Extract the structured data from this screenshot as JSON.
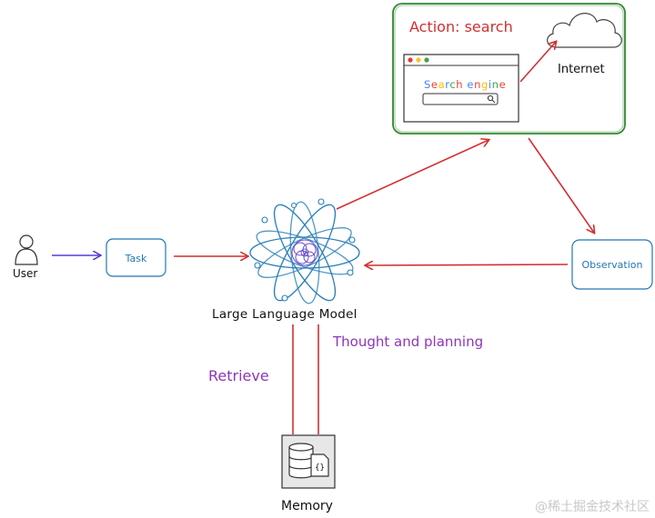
{
  "nodes": {
    "user": "User",
    "task": "Task",
    "llm": "Large Language Model",
    "observation": "Observation",
    "memory": "Memory",
    "internet": "Internet"
  },
  "action": {
    "title": "Action: search",
    "search_letters": [
      "S",
      "e",
      "a",
      "r",
      "c",
      "h",
      " ",
      "e",
      "n",
      "g",
      "i",
      "n",
      "e"
    ],
    "search_colors": [
      "#4285f4",
      "#ea4335",
      "#fbbc05",
      "#4285f4",
      "#34a853",
      "#ea4335",
      " ",
      "#4285f4",
      "#ea4335",
      "#fbbc05",
      "#4285f4",
      "#34a853",
      "#ea4335"
    ]
  },
  "edge_labels": {
    "thought": "Thought and planning",
    "retrieve": "Retrieve"
  },
  "watermark": "@稀土掘金技术社区",
  "colors": {
    "arrow_red": "#d32f2f",
    "arrow_purple": "#5c3bd1",
    "node_blue": "#1f77b4",
    "action_green": "#2e8b2e",
    "label_purple": "#8e35b8",
    "atom_blue": "#2a7fb8"
  }
}
